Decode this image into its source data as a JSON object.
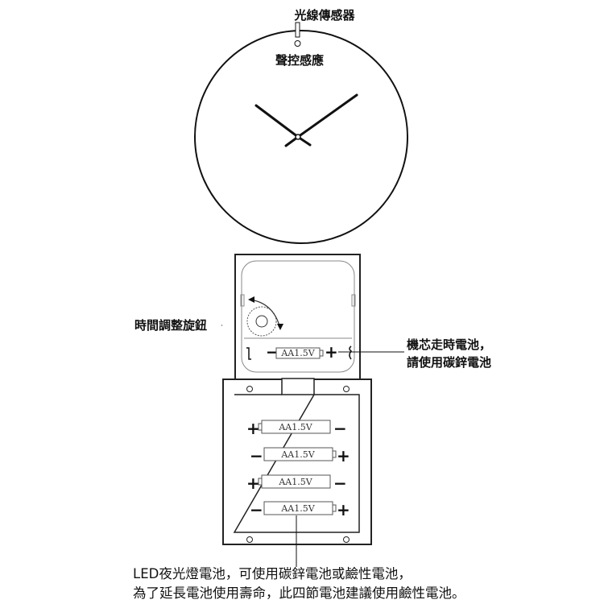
{
  "labels": {
    "light_sensor": "光線傳感器",
    "sound_control": "聲控感應",
    "time_knob": "時間調整旋鈕",
    "movement_battery_line1": "機芯走時電池，",
    "movement_battery_line2": "請使用碳鋅電池",
    "led_note_line1": "LED夜光燈電池，可使用碳鋅電池或鹼性電池，",
    "led_note_line2": "為了延長電池使用壽命，此四節電池建議使用鹼性電池。"
  },
  "batteries": {
    "movement": {
      "label": "AA1.5V",
      "minus": "−",
      "plus": "+"
    },
    "led": [
      {
        "label": "AA1.5V",
        "left": "+",
        "right": "−"
      },
      {
        "label": "AA1.5V",
        "left": "−",
        "right": "+"
      },
      {
        "label": "AA1.5V",
        "left": "+",
        "right": "−"
      },
      {
        "label": "AA1.5V",
        "left": "−",
        "right": "+"
      }
    ]
  }
}
